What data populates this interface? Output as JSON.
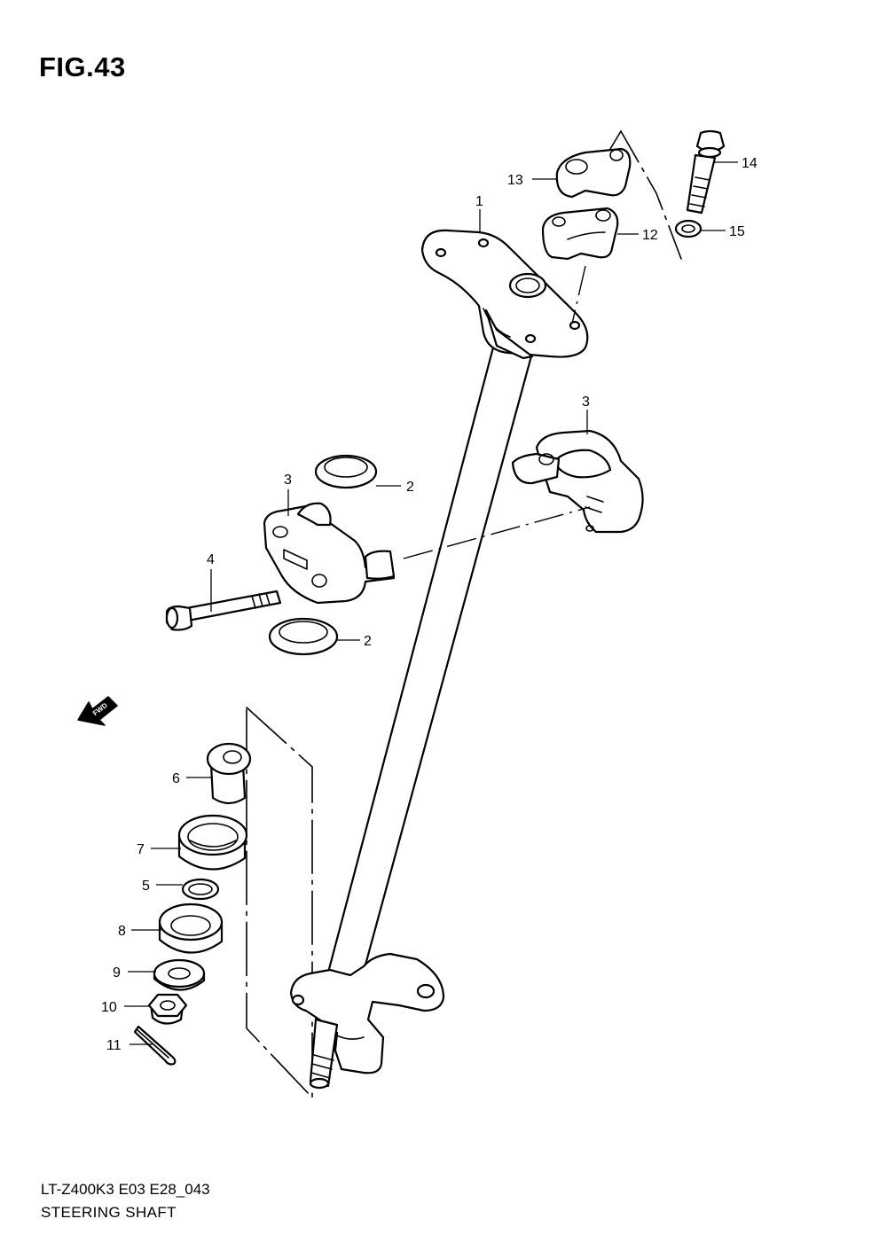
{
  "figure": {
    "title": "FIG.43",
    "model_code": "LT-Z400K3 E03 E28_043",
    "name": "STEERING SHAFT"
  },
  "direction_badge": {
    "label": "FWD",
    "icon": "forward-arrow-icon"
  },
  "callouts": [
    {
      "id": "c1",
      "number": "1"
    },
    {
      "id": "c2a",
      "number": "2"
    },
    {
      "id": "c2b",
      "number": "2"
    },
    {
      "id": "c3a",
      "number": "3"
    },
    {
      "id": "c3b",
      "number": "3"
    },
    {
      "id": "c4",
      "number": "4"
    },
    {
      "id": "c5",
      "number": "5"
    },
    {
      "id": "c6",
      "number": "6"
    },
    {
      "id": "c7",
      "number": "7"
    },
    {
      "id": "c8",
      "number": "8"
    },
    {
      "id": "c9",
      "number": "9"
    },
    {
      "id": "c10",
      "number": "10"
    },
    {
      "id": "c11",
      "number": "11"
    },
    {
      "id": "c12",
      "number": "12"
    },
    {
      "id": "c13",
      "number": "13"
    },
    {
      "id": "c14",
      "number": "14"
    },
    {
      "id": "c15",
      "number": "15"
    }
  ]
}
